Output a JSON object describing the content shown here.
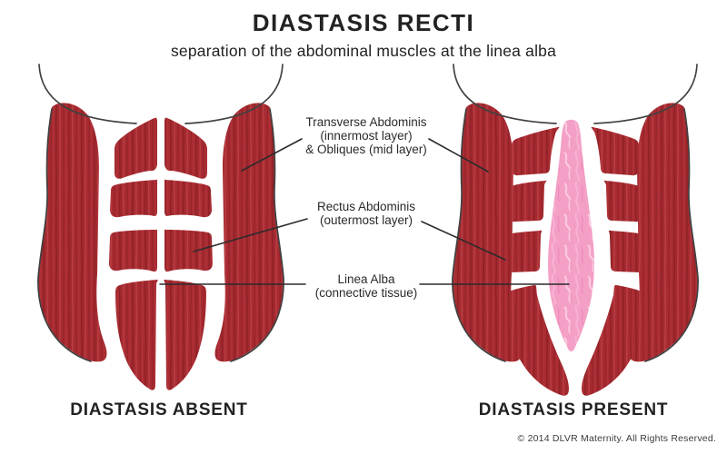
{
  "header": {
    "title": "DIASTASIS RECTI",
    "subtitle": "separation of the abdominal muscles at the linea alba"
  },
  "labels": [
    {
      "lines": [
        "Transverse Abdominis",
        "(innermost layer)",
        "& Obliques (mid layer)"
      ]
    },
    {
      "lines": [
        "Rectus Abdominis",
        "(outermost layer)"
      ]
    },
    {
      "lines": [
        "Linea Alba",
        "(connective tissue)"
      ]
    }
  ],
  "figures": {
    "left_caption": "DIASTASIS ABSENT",
    "right_caption": "DIASTASIS PRESENT"
  },
  "footer": {
    "copyright": "© 2014 DLVR Maternity. All Rights Reserved."
  },
  "colors": {
    "muscle_red": "#a72b31",
    "muscle_dark_streak": "#8a1e24",
    "muscle_light_streak": "#c2474d",
    "tissue_pink": "#f49fc6",
    "tissue_light_streak": "#fbc9de",
    "outline_gray": "#414141",
    "text_dark": "#222222"
  }
}
